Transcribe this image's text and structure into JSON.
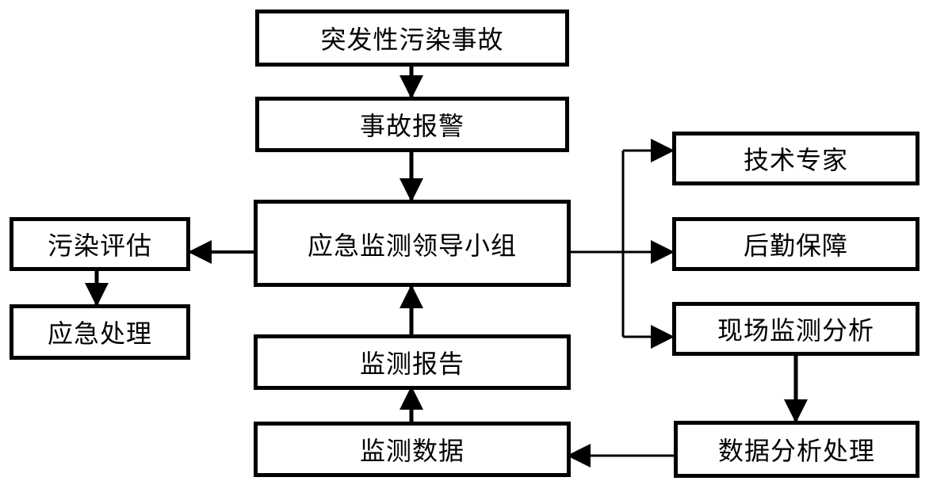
{
  "nodes": {
    "incident": "突发性污染事故",
    "alarm": "事故报警",
    "leader": "应急监测领导小组",
    "assessment": "污染评估",
    "response": "应急处理",
    "report": "监测报告",
    "data": "监测数据",
    "experts": "技术专家",
    "logistics": "后勤保障",
    "field": "现场监测分析",
    "processing": "数据分析处理"
  }
}
